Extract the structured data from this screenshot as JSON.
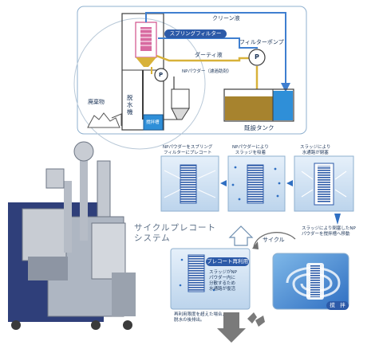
{
  "schematic": {
    "clean_liquid": "クリーン液",
    "spring_filter": "スプリングフィルター",
    "filter_pump": "フィルターポンプ",
    "dirty_liquid": "ダーティ液",
    "pump_symbol": "P",
    "np_powder": "NPパウダー（濾過助剤）",
    "waste": "廃棄物",
    "dewatering_machine": "脱水機",
    "stirring_tank": "撹拌槽",
    "existing_tank": "既設タンク"
  },
  "steps": {
    "step1": "NPパウダーをスプリング\nフィルターにプレコート",
    "step2": "NPパウダーにより\nスラッジを吸着",
    "step3": "スラッジにより\n水通路が閉塞",
    "step4": "スラッジにより閉塞したNP\nパウダーを撹拌槽へ移動",
    "cycle_title": "サイクルプレコート\nシステム",
    "cycle_label": "サイクル",
    "reuse_badge": "プレコート再利用",
    "reuse_text": "スラッジがNP\nパウダー内に\n分散するため\n水通路が復活",
    "stir_badge": "撹　拌",
    "final_text": "再利用限度を超えた場合、\n脱水の後排出。"
  },
  "colors": {
    "frame": "#8fb0cf",
    "pipe_blue": "#3f7fd0",
    "pipe_yellow": "#d8b23a",
    "tank_brown": "#a7832e",
    "tank_water": "#2f8fd8",
    "filter_blue": "#2c5aa8",
    "panel_bg": "#dbe9f6",
    "arrow_blue": "#2f6fc2"
  }
}
